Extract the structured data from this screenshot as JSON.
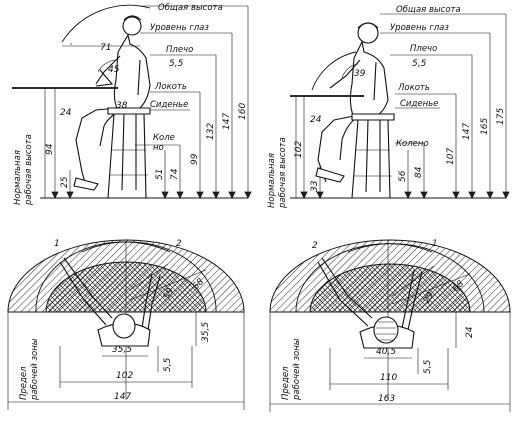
{
  "side_labels": {
    "total_height": "Общая высота",
    "eye_level": "Уровень глаз",
    "shoulder": "Плечо",
    "elbow": "Локоть",
    "seat": "Сиденье",
    "knee": "Колено",
    "work_height_line1": "Нормальная",
    "work_height_line2": "рабочая высота"
  },
  "left_side": {
    "reach": "71",
    "shoulder_offset": "5,5",
    "angle_upper": "45",
    "angle_lower": "38",
    "forearm": "24",
    "work_height": "94",
    "foot_rest": "25",
    "h_knee": "51",
    "h_seat": "74",
    "h_elbow": "99",
    "h_shoulder": "132",
    "h_eye": "147",
    "h_total": "160"
  },
  "right_side": {
    "shoulder_offset": "5,5",
    "angle_upper": "39",
    "forearm": "24",
    "work_height": "102",
    "foot_rest": "33",
    "h_knee": "56",
    "h_seat": "84",
    "h_elbow": "107",
    "h_shoulder": "147",
    "h_eye": "165",
    "h_total": "175"
  },
  "zone_labels": {
    "zone_line1": "Предел",
    "zone_line2": "рабочей зоны",
    "zone_1": "1",
    "zone_2": "2"
  },
  "left_top": {
    "r_inner": "59",
    "r_outer": "68",
    "depth": "35,5",
    "offset": "5,5",
    "w_inner": "35,5",
    "w_mid": "102",
    "w_outer": "147"
  },
  "right_top": {
    "r_inner": "29",
    "r_outer": "68",
    "depth": "24",
    "offset": "5,5",
    "w_inner": "40,5",
    "w_mid": "110",
    "w_outer": "163"
  }
}
